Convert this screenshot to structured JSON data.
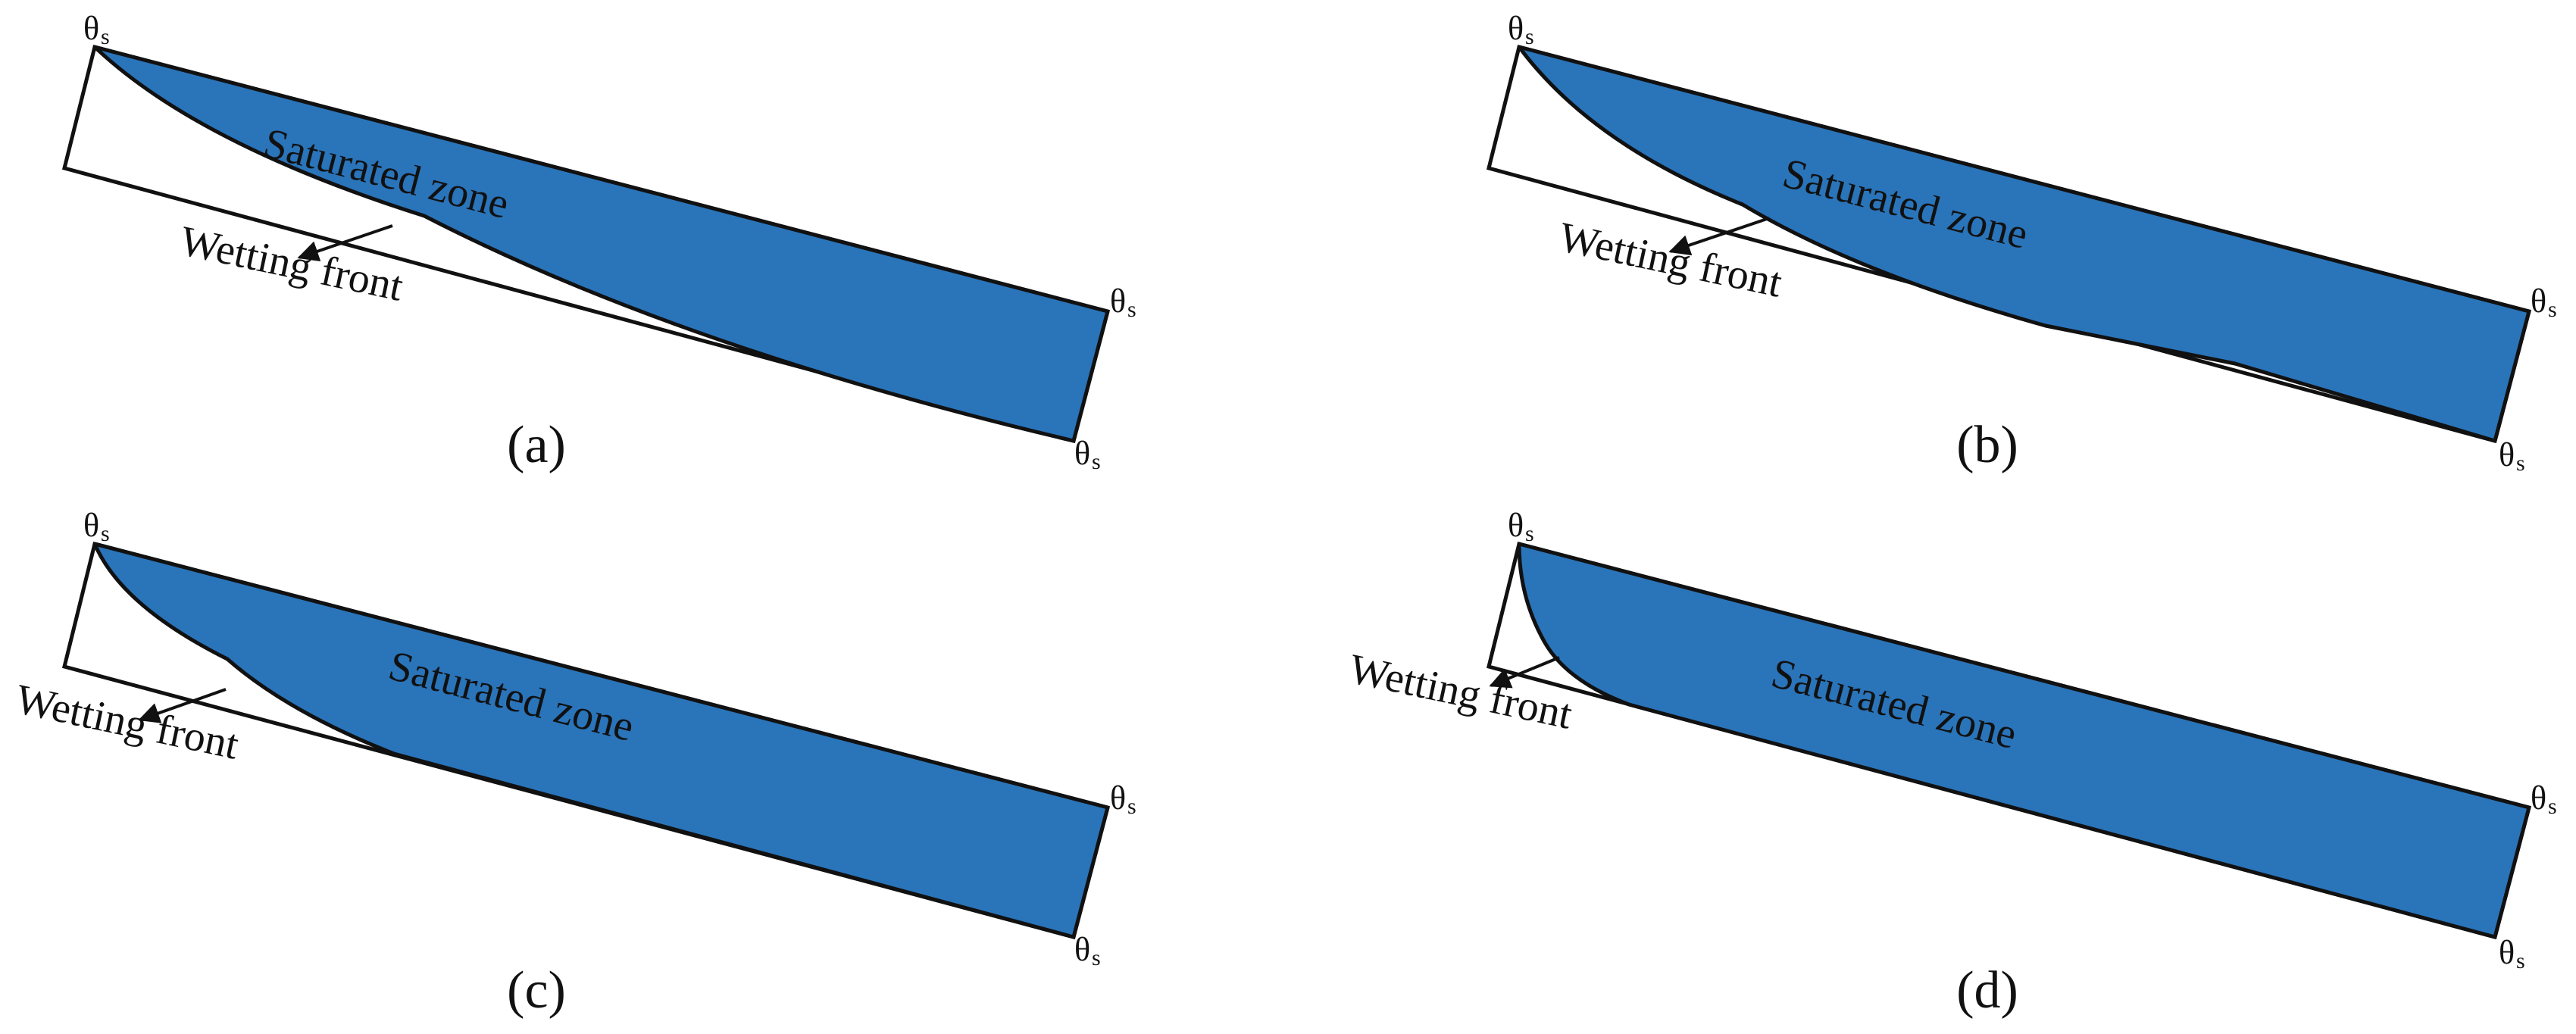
{
  "colors": {
    "saturated_fill": "#2A74BA",
    "outline": "#111111",
    "background": "#FFFFFF"
  },
  "labels": {
    "saturated_zone": "Saturated zone",
    "wetting_front": "Wetting front",
    "theta_symbol": "θ",
    "theta_subscript": "s"
  },
  "panels": [
    {
      "id": "a",
      "caption": "(a)"
    },
    {
      "id": "b",
      "caption": "(b)"
    },
    {
      "id": "c",
      "caption": "(c)"
    },
    {
      "id": "d",
      "caption": "(d)"
    }
  ]
}
